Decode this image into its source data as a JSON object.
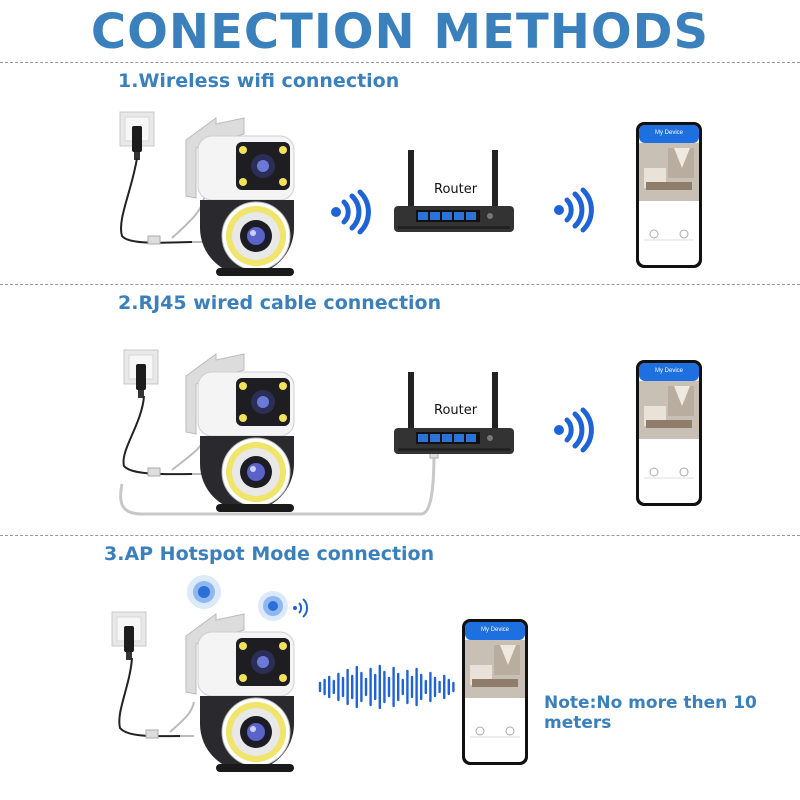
{
  "title": "CONECTION METHODS",
  "sections": [
    {
      "label": "1.Wireless wifi connection",
      "router_label": "Router"
    },
    {
      "label": "2.RJ45 wired cable connection",
      "router_label": "Router"
    },
    {
      "label": "3.AP Hotspot Mode connection",
      "note": "Note:No more then 10 meters"
    }
  ],
  "phone": {
    "app_title": "My Device"
  },
  "colors": {
    "accent": "#3a80bd",
    "signal": "#1e63d8",
    "phone_bar": "#1e6fe0"
  }
}
